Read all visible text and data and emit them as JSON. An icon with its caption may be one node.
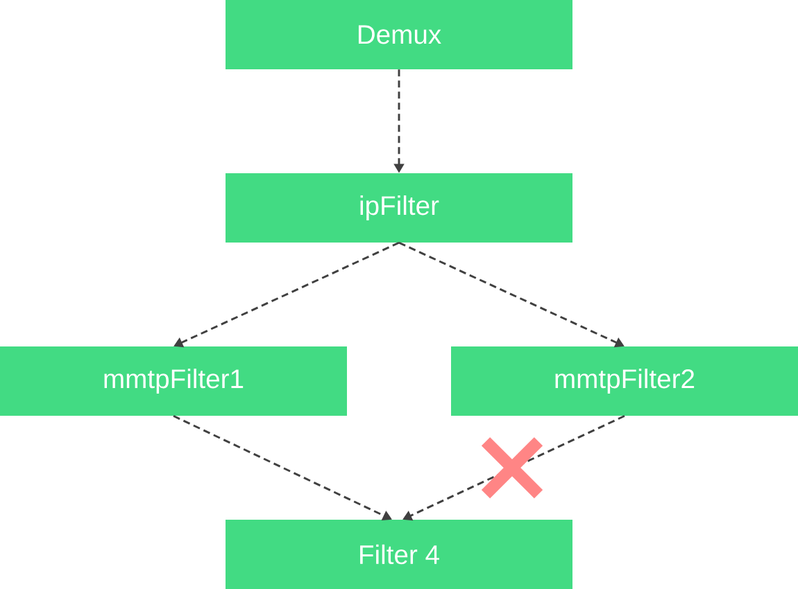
{
  "diagram": {
    "nodes": [
      {
        "text": [
          "Demux"
        ]
      },
      {
        "text": [
          "ipFilter"
        ]
      },
      {
        "text": [
          "mmtpFilter1"
        ]
      },
      {
        "text": [
          "mmtpFilter2"
        ]
      },
      {
        "text": [
          "Filter 4"
        ]
      }
    ],
    "edges": [
      {
        "from": 0,
        "to": 1,
        "arrow": "to",
        "style": "dashed"
      },
      {
        "from": 1,
        "to": 2,
        "arrow": "to",
        "style": "dashed"
      },
      {
        "from": 1,
        "to": 3,
        "arrow": "to",
        "style": "dashed"
      },
      {
        "from": 2,
        "to": 4,
        "arrow": "to",
        "style": "dashed"
      },
      {
        "from": 3,
        "to": 4,
        "arrow": "to",
        "style": "dashed"
      }
    ]
  }
}
